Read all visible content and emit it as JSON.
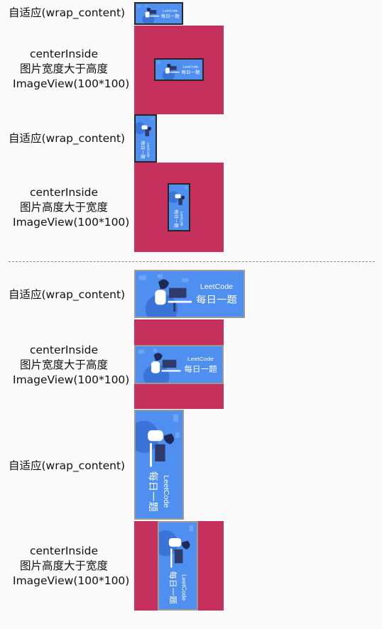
{
  "labels": {
    "wrap_content": "自适应(wrap_content)",
    "center_inside": "centerInside",
    "width_gt_height": "图片宽度大于高度",
    "height_gt_width": "图片高度大于宽度",
    "imageview_size": "ImageView(100*100)"
  },
  "banner": {
    "brand": "LeetCode",
    "slogan": "每日一题"
  },
  "colors": {
    "crimson_box": "#c5305c",
    "banner_blue": "#4f8ff0",
    "banner_dark_blue": "#2d63c8",
    "page_background": "#fafafa"
  }
}
